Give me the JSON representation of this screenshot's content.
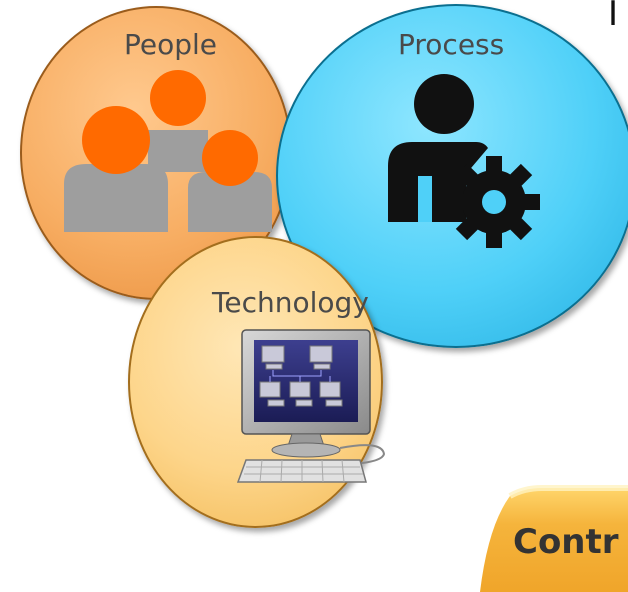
{
  "diagram": {
    "circles": [
      {
        "id": "people",
        "label": "People",
        "color": "#f7ad62"
      },
      {
        "id": "process",
        "label": "Process",
        "color": "#4fd0f8"
      },
      {
        "id": "technology",
        "label": "Technology",
        "color": "#fdd58a"
      }
    ],
    "title_fragment": "I",
    "banner_text": "Contr"
  },
  "icons": {
    "people": "people-group-icon",
    "process": "person-with-gear-icon",
    "technology": "computer-network-icon"
  }
}
